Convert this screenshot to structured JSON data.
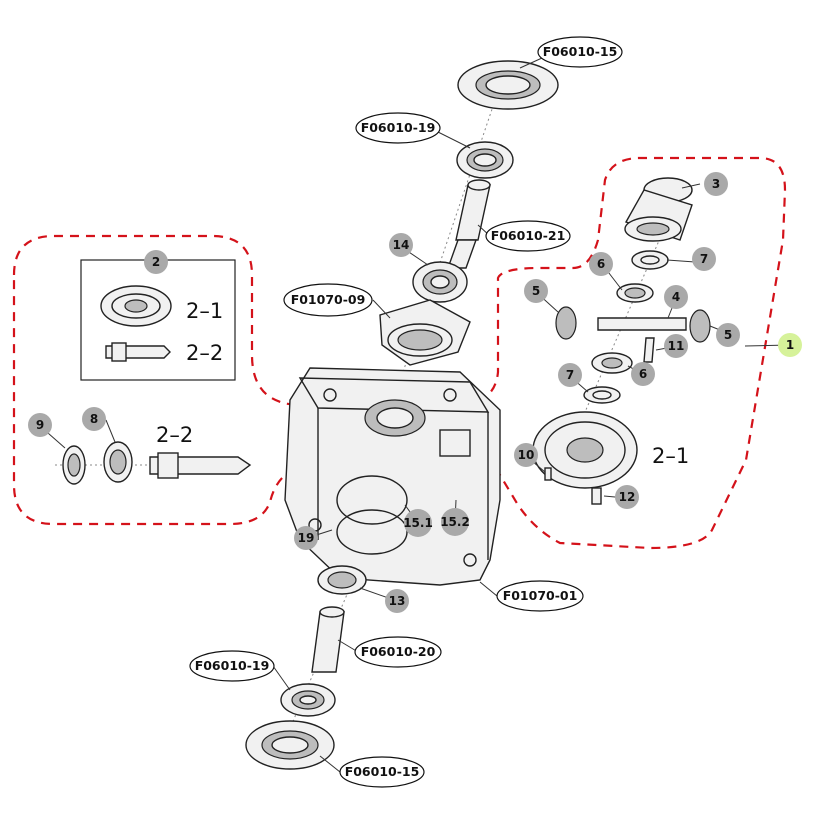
{
  "oval_labels": [
    {
      "id": "o1",
      "text": "F06010-15"
    },
    {
      "id": "o2",
      "text": "F06010-19"
    },
    {
      "id": "o3",
      "text": "F06010-21"
    },
    {
      "id": "o4",
      "text": "F01070-09"
    },
    {
      "id": "o5",
      "text": "F01070-01"
    },
    {
      "id": "o6",
      "text": "F06010-20"
    },
    {
      "id": "o7",
      "text": "F06010-19"
    },
    {
      "id": "o8",
      "text": "F06010-15"
    }
  ],
  "circle_labels": [
    {
      "id": "c2",
      "text": "2"
    },
    {
      "id": "c3",
      "text": "3"
    },
    {
      "id": "c14",
      "text": "14"
    },
    {
      "id": "c6a",
      "text": "6"
    },
    {
      "id": "c7a",
      "text": "7"
    },
    {
      "id": "c5a",
      "text": "5"
    },
    {
      "id": "c4",
      "text": "4"
    },
    {
      "id": "c5b",
      "text": "5"
    },
    {
      "id": "c11",
      "text": "11"
    },
    {
      "id": "c1",
      "text": "1",
      "highlight": true
    },
    {
      "id": "c7b",
      "text": "7"
    },
    {
      "id": "c6b",
      "text": "6"
    },
    {
      "id": "c9",
      "text": "9"
    },
    {
      "id": "c8",
      "text": "8"
    },
    {
      "id": "c10",
      "text": "10"
    },
    {
      "id": "c12",
      "text": "12"
    },
    {
      "id": "c151",
      "text": "15.1"
    },
    {
      "id": "c152",
      "text": "15.2"
    },
    {
      "id": "c19",
      "text": "19"
    },
    {
      "id": "c13",
      "text": "13"
    }
  ],
  "plain_labels": [
    {
      "id": "t21a",
      "text": "2–1"
    },
    {
      "id": "t22a",
      "text": "2–2"
    },
    {
      "id": "t22b",
      "text": "2–2"
    },
    {
      "id": "t21b",
      "text": "2–1"
    }
  ],
  "colors": {
    "group_outline": "#d4121a",
    "badge_fill": "#a9a9a9",
    "badge_highlight": "#d6f29a",
    "oval_fill": "#ffffff"
  }
}
